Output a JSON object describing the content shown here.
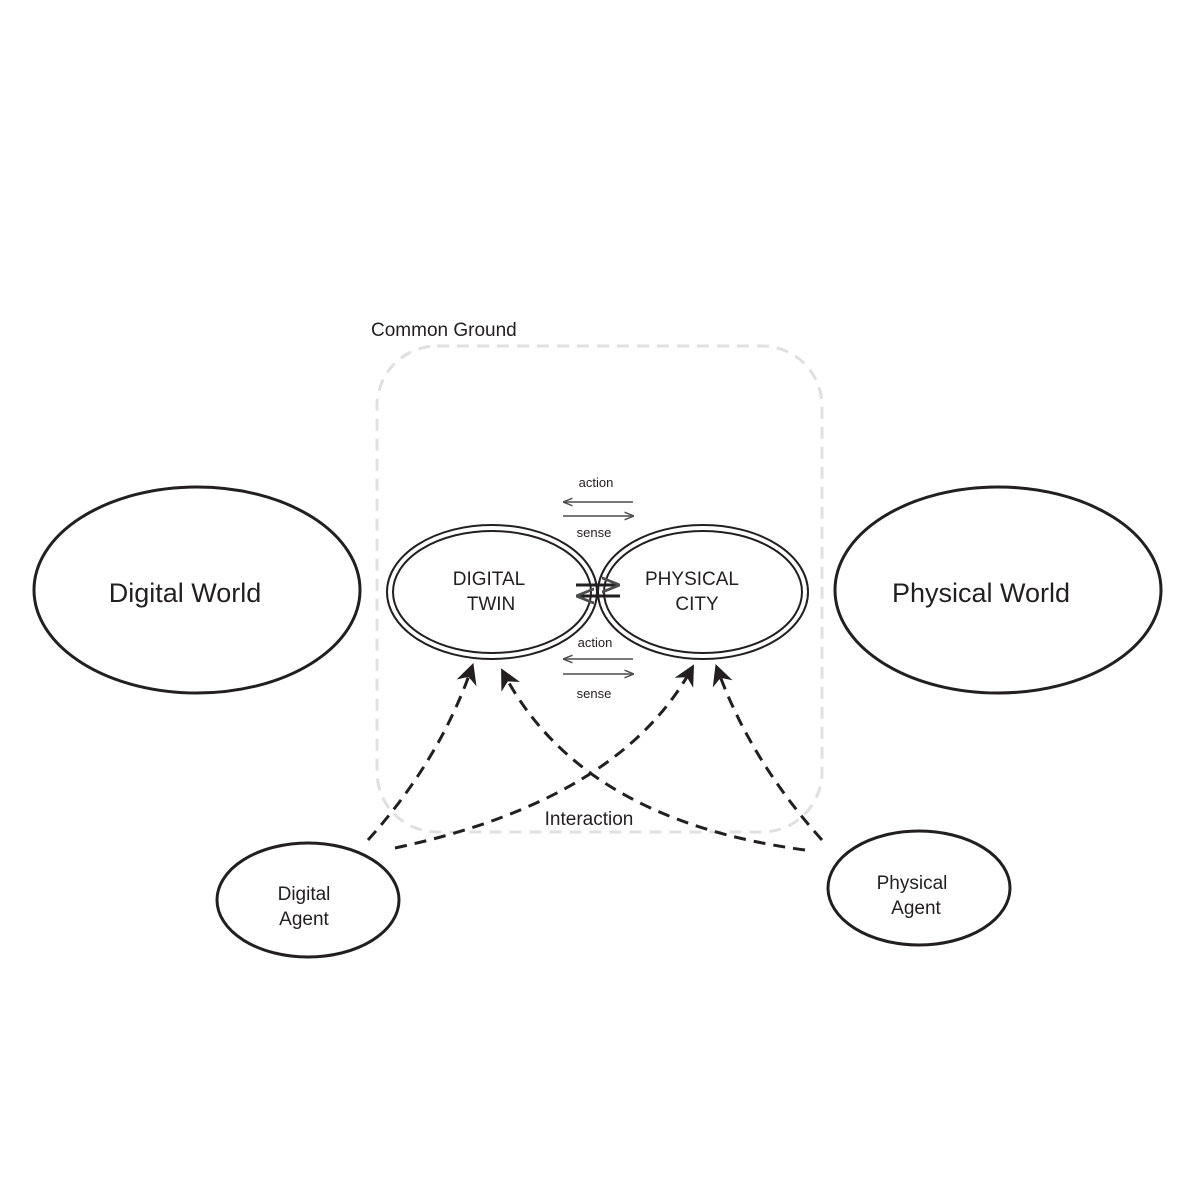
{
  "common_ground": {
    "label": "Common Ground"
  },
  "interaction": {
    "label": "Interaction"
  },
  "digital_world": {
    "label": "Digital World"
  },
  "physical_world": {
    "label": "Physical World"
  },
  "digital_twin": {
    "line1": "DIGITAL",
    "line2": "TWIN"
  },
  "physical_city": {
    "line1": "PHYSICAL",
    "line2": "CITY"
  },
  "digital_agent": {
    "line1": "Digital",
    "line2": "Agent"
  },
  "physical_agent": {
    "line1": "Physical",
    "line2": "Agent"
  },
  "top_arrows": {
    "action": "action",
    "sense": "sense"
  },
  "bottom_arrows": {
    "action": "action",
    "sense": "sense"
  },
  "colors": {
    "stroke": "#231f20",
    "dashed_box": "#e0e0e0",
    "arrow_gray": "#4d4d4d"
  }
}
